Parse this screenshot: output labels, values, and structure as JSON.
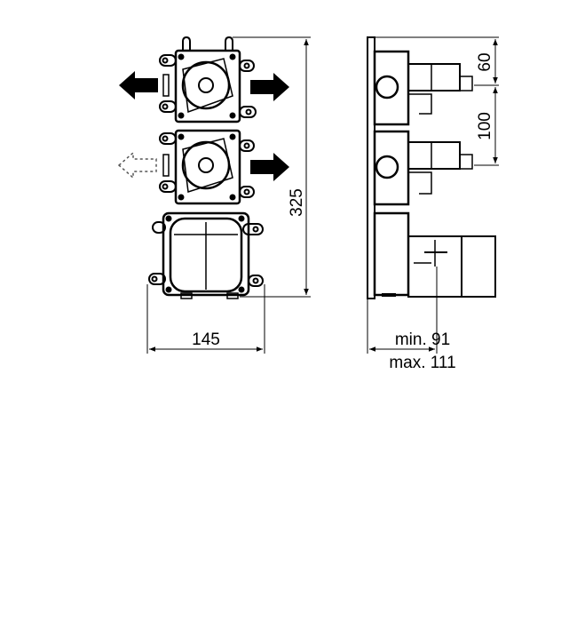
{
  "dimensions": {
    "width": "145",
    "height": "325",
    "offset_top": "60",
    "spacing": "100",
    "depth_min": "min. 91",
    "depth_max": "max. 111"
  },
  "colors": {
    "line": "#000000",
    "ghost": "#555555",
    "background": "#ffffff"
  },
  "icons": {
    "outlet_arrow": "arrow-right-icon",
    "optional_outlet": "dashed-arrow-left-icon"
  }
}
